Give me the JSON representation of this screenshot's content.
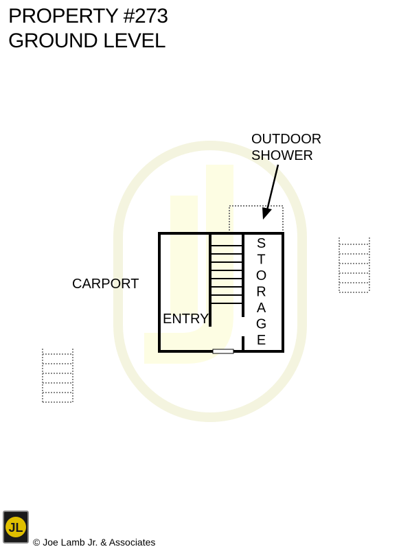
{
  "header": {
    "title_line1": "PROPERTY #273",
    "title_line2": "GROUND LEVEL"
  },
  "plan": {
    "labels": {
      "outdoor_shower_line1": "OUTDOOR",
      "outdoor_shower_line2": "SHOWER",
      "carport": "CARPORT",
      "entry": "ENTRY",
      "storage": "STORAGE"
    },
    "watermark_text": "JL",
    "colors": {
      "watermark": "#ffffcc",
      "walls": "#000000",
      "dotted": "#777777"
    }
  },
  "footer": {
    "logo_text": "JL",
    "copyright": "© Joe Lamb Jr. & Associates"
  }
}
